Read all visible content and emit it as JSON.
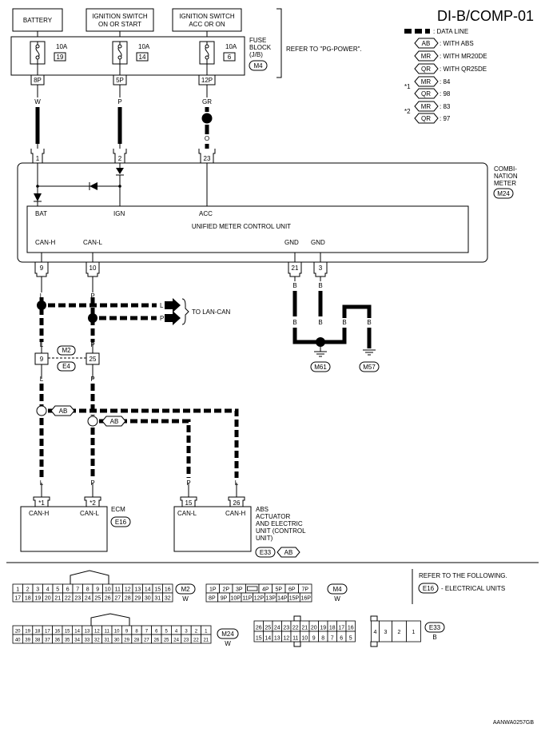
{
  "header": {
    "code": "DI-B/COMP-01"
  },
  "legend": {
    "data_line": ": DATA LINE",
    "items": [
      {
        "tag": "AB",
        "desc": ": WITH ABS"
      },
      {
        "tag": "MR",
        "desc": ": WITH MR20DE"
      },
      {
        "tag": "QR",
        "desc": ": WITH QR25DE"
      }
    ],
    "note1": {
      "mark": "*1",
      "mr": "MR",
      "mr_val": ": 84",
      "qr": "QR",
      "qr_val": ": 98"
    },
    "note2": {
      "mark": "*2",
      "mr": "MR",
      "mr_val": ": 83",
      "qr": "QR",
      "qr_val": ": 97"
    }
  },
  "power": {
    "battery": "BATTERY",
    "ign_l1": "IGNITION SWITCH",
    "ign_l2": "ON OR START",
    "acc_l1": "IGNITION SWITCH",
    "acc_l2": "ACC OR ON"
  },
  "fuse_block": {
    "label_l1": "FUSE",
    "label_l2": "BLOCK",
    "label_l3": "(J/B)",
    "conn": "M4",
    "refer": "REFER TO \"PG-POWER\".",
    "fuses": [
      {
        "amp": "10A",
        "num": "19",
        "pin": "8P",
        "wire": "W"
      },
      {
        "amp": "10A",
        "num": "14",
        "pin": "5P",
        "wire": "P"
      },
      {
        "amp": "10A",
        "num": "6",
        "pin": "12P",
        "wire": "GR"
      }
    ],
    "wire_o": "O"
  },
  "meter": {
    "label_l1": "COMBI-",
    "label_l2": "NATION",
    "label_l3": "METER",
    "conn": "M24",
    "pins_top": [
      "1",
      "2",
      "23"
    ],
    "bat": "BAT",
    "ign": "IGN",
    "acc": "ACC",
    "unit": "UNIFIED METER CONTROL UNIT",
    "canh": "CAN-H",
    "canl": "CAN-L",
    "gnd1": "GND",
    "gnd2": "GND",
    "pins_bottom": [
      "9",
      "10",
      "21",
      "3"
    ]
  },
  "lan": {
    "to": "TO LAN-CAN",
    "w_l": "L",
    "w_p": "P"
  },
  "wires": {
    "l": "L",
    "p": "P",
    "b": "B"
  },
  "grounds": [
    "M61",
    "M57"
  ],
  "joint": {
    "m2": "M2",
    "e4": "E4",
    "pin9": "9",
    "pin25": "25"
  },
  "ab_tag": "AB",
  "ecm": {
    "label": "ECM",
    "conn": "E16",
    "pin1": "*1",
    "pin2": "*2",
    "canh": "CAN-H",
    "canl": "CAN-L"
  },
  "abs": {
    "l1": "ABS",
    "l2": "ACTUATOR",
    "l3": "AND ELECTRIC",
    "l4": "UNIT (CONTROL",
    "l5": "UNIT)",
    "conn": "E33",
    "tag": "AB",
    "pin15": "15",
    "pin26": "26",
    "canl": "CAN-L",
    "canh": "CAN-H"
  },
  "connectors": {
    "m2": {
      "id": "M2",
      "color": "W",
      "row1": [
        "1",
        "2",
        "3",
        "4",
        "5",
        "6",
        "7",
        "8",
        "9",
        "10",
        "11",
        "12",
        "13",
        "14",
        "15",
        "16"
      ],
      "row2": [
        "17",
        "18",
        "19",
        "20",
        "21",
        "22",
        "23",
        "24",
        "25",
        "26",
        "27",
        "28",
        "29",
        "30",
        "31",
        "32"
      ]
    },
    "m4": {
      "id": "M4",
      "color": "W",
      "row1": [
        "1P",
        "2P",
        "3P",
        "",
        "4P",
        "5P",
        "6P",
        "7P"
      ],
      "row2": [
        "8P",
        "9P",
        "10P",
        "11P",
        "12P",
        "13P",
        "14P",
        "15P",
        "16P"
      ]
    },
    "m24": {
      "id": "M24",
      "color": "W",
      "row1": [
        "20",
        "19",
        "18",
        "17",
        "16",
        "15",
        "14",
        "13",
        "12",
        "11",
        "10",
        "9",
        "8",
        "7",
        "6",
        "5",
        "4",
        "3",
        "2",
        "1"
      ],
      "row2": [
        "40",
        "39",
        "38",
        "37",
        "36",
        "35",
        "34",
        "33",
        "32",
        "31",
        "30",
        "29",
        "28",
        "27",
        "26",
        "25",
        "24",
        "23",
        "22",
        "21"
      ]
    },
    "e33": {
      "id": "E33",
      "color": "B",
      "row1": [
        "26",
        "25",
        "24",
        "23",
        "22",
        "21",
        "20",
        "19",
        "18",
        "17",
        "16"
      ],
      "row2": [
        "15",
        "14",
        "13",
        "12",
        "11",
        "10",
        "9",
        "8",
        "7",
        "6",
        "5"
      ],
      "big": [
        "4",
        "3",
        "2",
        "1"
      ]
    }
  },
  "refer": {
    "l1": "REFER TO THE FOLLOWING.",
    "conn": "E16",
    "desc": "- ELECTRICAL UNITS"
  },
  "footer": "AANWA0257GB"
}
